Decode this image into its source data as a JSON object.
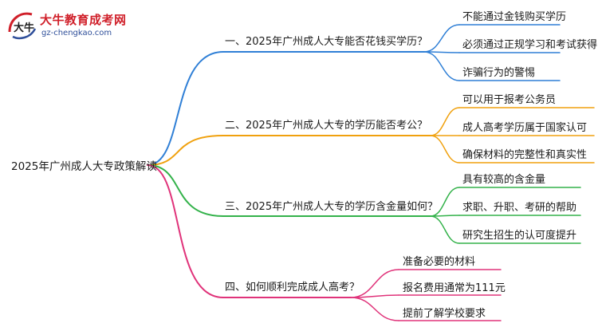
{
  "logo": {
    "name": "大牛教育成考网",
    "url": "gz-chengkao.com",
    "mark_glyph": "大牛"
  },
  "root": {
    "label": "2025年广州成人大专政策解读"
  },
  "branches": [
    {
      "label": "一、2025年广州成人大专能否花钱买学历？",
      "color": "#2f7fd6",
      "leaves": [
        "不能通过金钱购买学历",
        "必须通过正规学习和考试获得",
        "诈骗行为的警惕"
      ]
    },
    {
      "label": "二、2025年广州成人大专的学历能否考公？",
      "color": "#f0a10e",
      "leaves": [
        "可以用于报考公务员",
        "成人高考学历属于国家认可",
        "确保材料的完整性和真实性"
      ]
    },
    {
      "label": "三、2025年广州成人大专的学历含金量如何？",
      "color": "#33b24a",
      "leaves": [
        "具有较高的含金量",
        "求职、升职、考研的帮助",
        "研究生招生的认可度提升"
      ]
    },
    {
      "label": "四、如何顺利完成成人高考？",
      "color": "#e0337a",
      "leaves": [
        "准备必要的材料",
        "报名费用通常为111元",
        "提前了解学校要求"
      ]
    }
  ]
}
